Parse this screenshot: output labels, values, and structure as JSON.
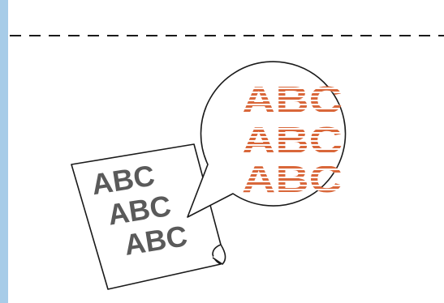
{
  "illustration": {
    "paper_lines": [
      "ABC",
      "ABC",
      "ABC"
    ],
    "magnified_lines": [
      "ABC",
      "ABC",
      "ABC"
    ],
    "colors": {
      "side_bar": "#a7cce8",
      "paper_text": "#5a5a5a",
      "stripe": "#d9673a",
      "outline": "#1a1a1a"
    }
  }
}
